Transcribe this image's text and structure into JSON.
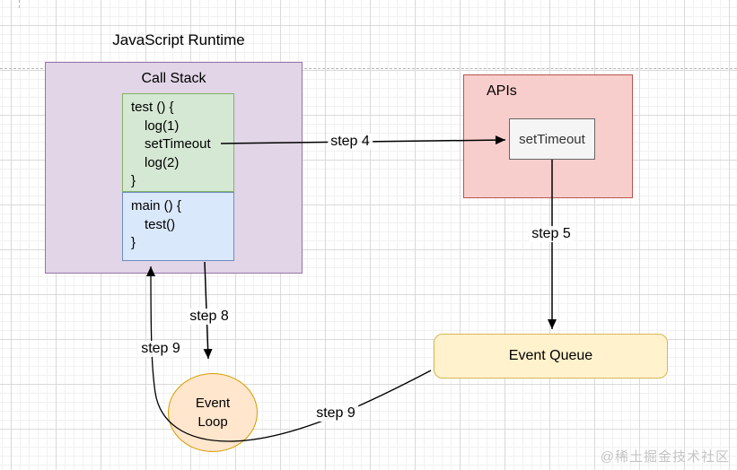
{
  "diagram": {
    "title": "JavaScript Runtime",
    "call_stack": {
      "label": "Call Stack",
      "test_frame": {
        "lines": [
          "test () {",
          "log(1)",
          "setTimeout",
          "log(2)",
          "}"
        ]
      },
      "main_frame": {
        "lines": [
          "main () {",
          "test()",
          "}"
        ]
      }
    },
    "apis": {
      "label": "APIs",
      "settimeout": "setTimeout"
    },
    "event_queue": {
      "label": "Event Queue"
    },
    "event_loop": {
      "line1": "Event",
      "line2": "Loop"
    },
    "edge_labels": {
      "step4": "step 4",
      "step5": "step 5",
      "step8": "step 8",
      "step9_left": "step 9",
      "step9_right": "step 9"
    },
    "colors": {
      "call_stack_fill": "#e1d5e7",
      "call_stack_border": "#9673a6",
      "test_frame_fill": "#d5e8d4",
      "test_frame_border": "#82b366",
      "main_frame_fill": "#dae8fc",
      "main_frame_border": "#6c8ebf",
      "apis_fill": "#f8cecc",
      "apis_border": "#b85450",
      "settimeout_fill": "#f5f5f5",
      "settimeout_border": "#666666",
      "event_queue_fill": "#fff2cc",
      "event_queue_border": "#d6b656",
      "event_loop_fill": "#ffe6cc",
      "event_loop_border": "#d79b00",
      "connector": "#000000"
    }
  },
  "watermark": "@稀土掘金技术社区"
}
